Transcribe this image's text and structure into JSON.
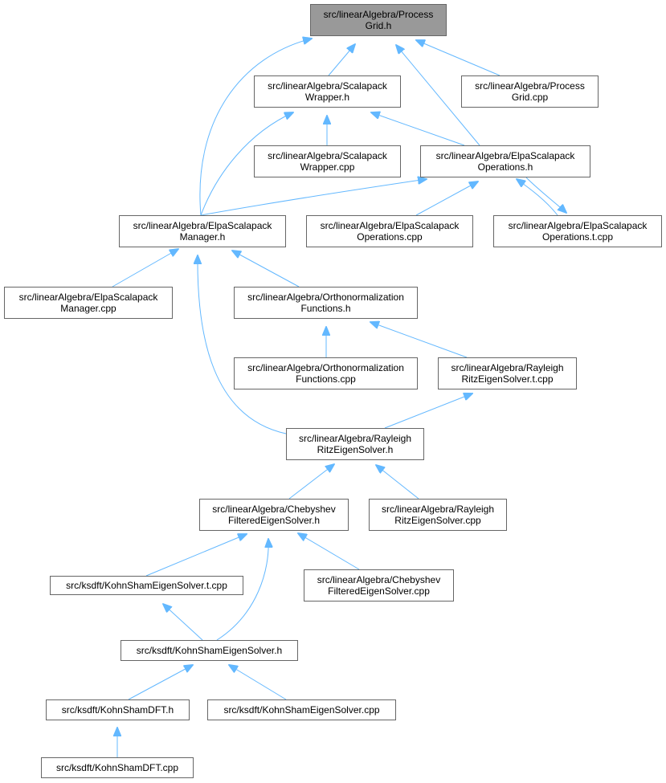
{
  "graph": {
    "colors": {
      "edge": "#63b8ff",
      "node_border": "#666666",
      "root_fill": "#999999",
      "node_fill": "#ffffff"
    },
    "nodes": [
      {
        "id": "pg_h",
        "name": "node-processgrid-h",
        "root": true,
        "lines": [
          "src/linearAlgebra/Process",
          "Grid.h"
        ]
      },
      {
        "id": "sw_h",
        "name": "node-scalapackwrapper-h",
        "lines": [
          "src/linearAlgebra/Scalapack",
          "Wrapper.h"
        ]
      },
      {
        "id": "pg_cpp",
        "name": "node-processgrid-cpp",
        "lines": [
          "src/linearAlgebra/Process",
          "Grid.cpp"
        ]
      },
      {
        "id": "sw_cpp",
        "name": "node-scalapackwrapper-cpp",
        "lines": [
          "src/linearAlgebra/Scalapack",
          "Wrapper.cpp"
        ]
      },
      {
        "id": "eso_h",
        "name": "node-elpascalapackoperations-h",
        "lines": [
          "src/linearAlgebra/ElpaScalapack",
          "Operations.h"
        ]
      },
      {
        "id": "esm_h",
        "name": "node-elpascalapackmanager-h",
        "lines": [
          "src/linearAlgebra/ElpaScalapack",
          "Manager.h"
        ]
      },
      {
        "id": "eso_cpp",
        "name": "node-elpascalapackoperations-cpp",
        "lines": [
          "src/linearAlgebra/ElpaScalapack",
          "Operations.cpp"
        ]
      },
      {
        "id": "eso_t",
        "name": "node-elpascalapackoperations-t-cpp",
        "lines": [
          "src/linearAlgebra/ElpaScalapack",
          "Operations.t.cpp"
        ]
      },
      {
        "id": "esm_cpp",
        "name": "node-elpascalapackmanager-cpp",
        "lines": [
          "src/linearAlgebra/ElpaScalapack",
          "Manager.cpp"
        ]
      },
      {
        "id": "of_h",
        "name": "node-orthonormalizationfunctions-h",
        "lines": [
          "src/linearAlgebra/Orthonormalization",
          "Functions.h"
        ]
      },
      {
        "id": "of_cpp",
        "name": "node-orthonormalizationfunctions-cpp",
        "lines": [
          "src/linearAlgebra/Orthonormalization",
          "Functions.cpp"
        ]
      },
      {
        "id": "rr_t",
        "name": "node-rayleighritzeigensolver-t-cpp",
        "lines": [
          "src/linearAlgebra/Rayleigh",
          "RitzEigenSolver.t.cpp"
        ]
      },
      {
        "id": "rr_h",
        "name": "node-rayleighritzeigensolver-h",
        "lines": [
          "src/linearAlgebra/Rayleigh",
          "RitzEigenSolver.h"
        ]
      },
      {
        "id": "ch_h",
        "name": "node-chebyshevfilteredeigensolver-h",
        "lines": [
          "src/linearAlgebra/Chebyshev",
          "FilteredEigenSolver.h"
        ]
      },
      {
        "id": "rr_cpp",
        "name": "node-rayleighritzeigensolver-cpp",
        "lines": [
          "src/linearAlgebra/Rayleigh",
          "RitzEigenSolver.cpp"
        ]
      },
      {
        "id": "ks_t",
        "name": "node-kohnshameigensolver-t-cpp",
        "lines": [
          "src/ksdft/KohnShamEigenSolver.t.cpp"
        ]
      },
      {
        "id": "ch_cpp",
        "name": "node-chebyshevfilteredeigensolver-cpp",
        "lines": [
          "src/linearAlgebra/Chebyshev",
          "FilteredEigenSolver.cpp"
        ]
      },
      {
        "id": "ks_h",
        "name": "node-kohnshameigensolver-h",
        "lines": [
          "src/ksdft/KohnShamEigenSolver.h"
        ]
      },
      {
        "id": "dft_h",
        "name": "node-kohnshamdft-h",
        "lines": [
          "src/ksdft/KohnShamDFT.h"
        ]
      },
      {
        "id": "ks_cpp",
        "name": "node-kohnshameigensolver-cpp",
        "lines": [
          "src/ksdft/KohnShamEigenSolver.cpp"
        ]
      },
      {
        "id": "dft_cpp",
        "name": "node-kohnshamdft-cpp",
        "lines": [
          "src/ksdft/KohnShamDFT.cpp"
        ]
      }
    ],
    "edges": [
      {
        "from": "sw_h",
        "to": "pg_h"
      },
      {
        "from": "pg_cpp",
        "to": "pg_h"
      },
      {
        "from": "eso_h",
        "to": "pg_h"
      },
      {
        "from": "esm_h",
        "to": "pg_h"
      },
      {
        "from": "sw_cpp",
        "to": "sw_h"
      },
      {
        "from": "eso_h",
        "to": "sw_h"
      },
      {
        "from": "esm_h",
        "to": "sw_h"
      },
      {
        "from": "esm_h",
        "to": "eso_h"
      },
      {
        "from": "eso_cpp",
        "to": "eso_h"
      },
      {
        "from": "eso_t",
        "to": "eso_h"
      },
      {
        "from": "eso_h",
        "to": "eso_t"
      },
      {
        "from": "esm_cpp",
        "to": "esm_h"
      },
      {
        "from": "of_h",
        "to": "esm_h"
      },
      {
        "from": "rr_h",
        "to": "esm_h"
      },
      {
        "from": "of_cpp",
        "to": "of_h"
      },
      {
        "from": "rr_t",
        "to": "of_h"
      },
      {
        "from": "rr_h",
        "to": "rr_t"
      },
      {
        "from": "ch_h",
        "to": "rr_h"
      },
      {
        "from": "rr_cpp",
        "to": "rr_h"
      },
      {
        "from": "ks_t",
        "to": "ch_h"
      },
      {
        "from": "ch_cpp",
        "to": "ch_h"
      },
      {
        "from": "ks_h",
        "to": "ch_h"
      },
      {
        "from": "ks_h",
        "to": "ks_t"
      },
      {
        "from": "dft_h",
        "to": "ks_h"
      },
      {
        "from": "ks_cpp",
        "to": "ks_h"
      },
      {
        "from": "dft_cpp",
        "to": "dft_h"
      }
    ]
  }
}
